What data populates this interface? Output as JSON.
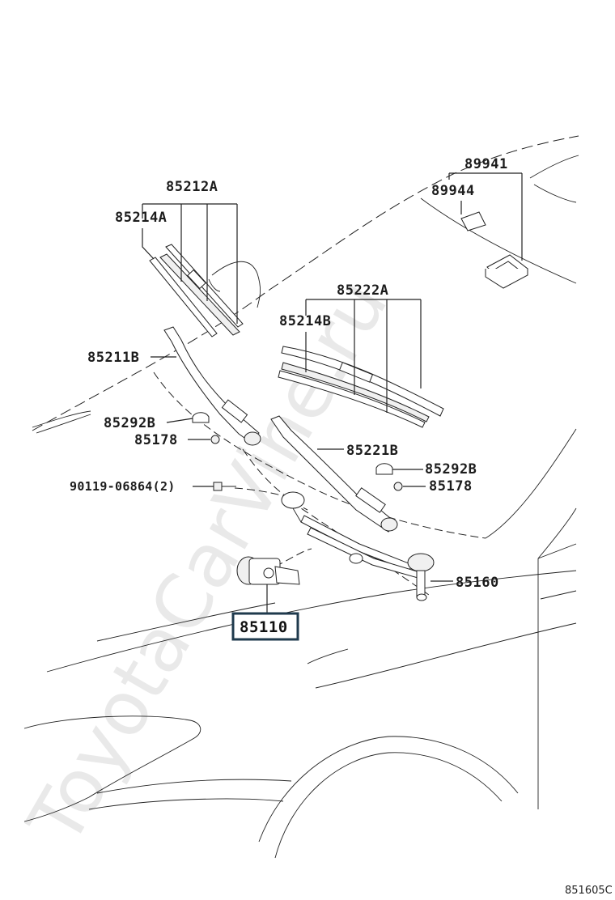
{
  "watermark": "ToyotaCarVine.ru",
  "figure_code": "851605C",
  "highlighted_part": "85110",
  "labels": {
    "p85212A": "85212A",
    "p85214A": "85214A",
    "p85211B": "85211B",
    "p85292B_left": "85292B",
    "p85178_left": "85178",
    "p90119": "90119-06864(2)",
    "p89941": "89941",
    "p89944": "89944",
    "p85222A": "85222A",
    "p85214B": "85214B",
    "p85221B": "85221B",
    "p85292B_right": "85292B",
    "p85178_right": "85178",
    "p85160": "85160"
  }
}
